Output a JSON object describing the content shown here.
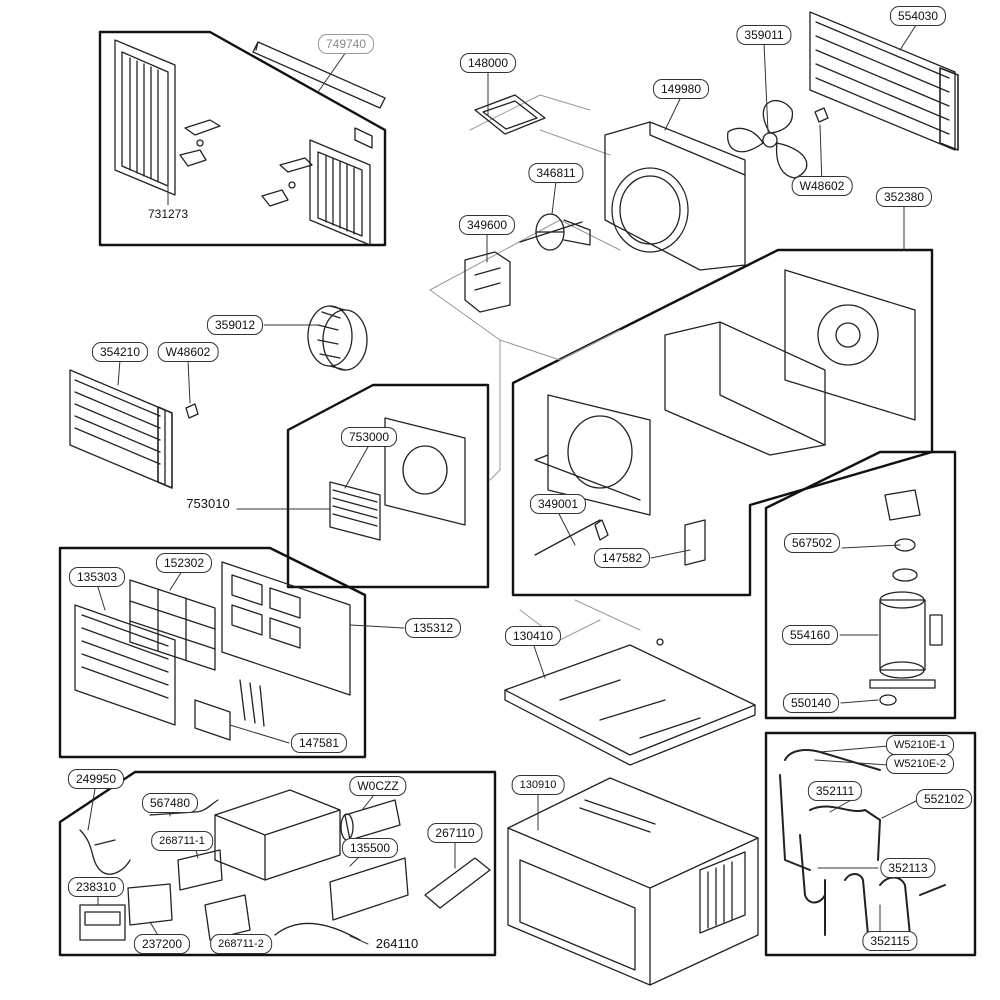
{
  "diagram": {
    "labels": {
      "p749740": "749740",
      "p731273": "731273",
      "p148000": "148000",
      "p149980": "149980",
      "p359011": "359011",
      "p554030": "554030",
      "p346811": "346811",
      "pW48602a": "W48602",
      "p352380": "352380",
      "p349600": "349600",
      "p359012": "359012",
      "p354210": "354210",
      "pW48602b": "W48602",
      "p753000": "753000",
      "p753010": "753010",
      "p349001": "349001",
      "p147582": "147582",
      "p135303": "135303",
      "p152302": "152302",
      "p135312": "135312",
      "p567502": "567502",
      "p554160": "554160",
      "p550140": "550140",
      "p130410": "130410",
      "p147581": "147581",
      "pW5210E1": "W5210E-1",
      "pW5210E2": "W5210E-2",
      "p352111": "352111",
      "p552102": "552102",
      "p352113": "352113",
      "p352115": "352115",
      "p249950": "249950",
      "p567480": "567480",
      "pW0CZZ": "W0CZZ",
      "p268711_1": "268711-1",
      "p135500": "135500",
      "p267110": "267110",
      "p238310": "238310",
      "p237200": "237200",
      "p268711_2": "268711-2",
      "p264110": "264110",
      "p130910": "130910"
    }
  }
}
